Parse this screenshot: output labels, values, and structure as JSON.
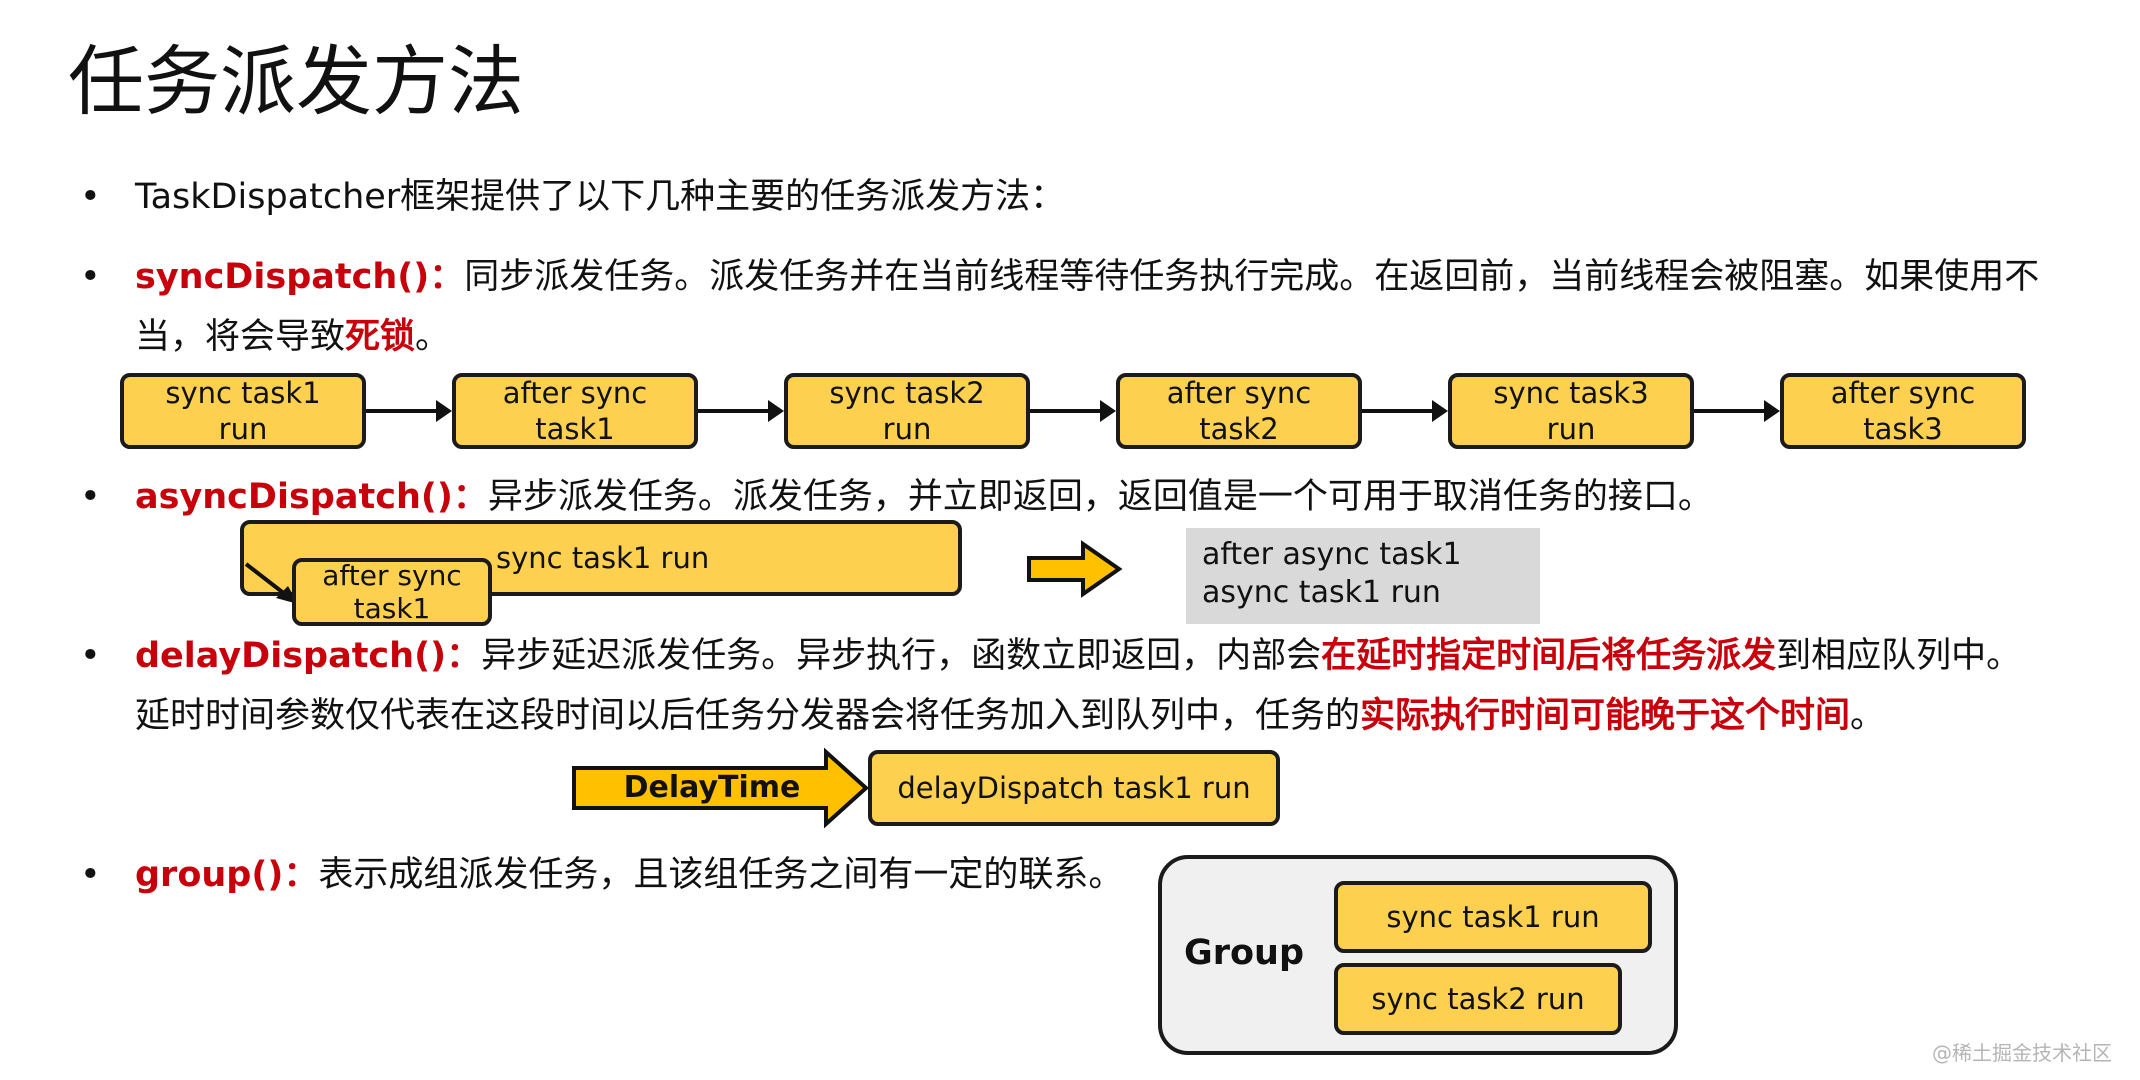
{
  "title": "任务派发方法",
  "intro": {
    "text": "TaskDispatcher框架提供了以下几种主要的任务派发方法："
  },
  "sync": {
    "term": "syncDispatch()：",
    "desc_line1": "同步派发任务。派发任务并在当前线程等待任务执行完成。在返回前，当前线程会被阻塞。如果使用不",
    "desc_line2_before": "当，将会导致",
    "desc_line2_highlight": "死锁",
    "desc_line2_after": "。",
    "flow": [
      "sync task1\nrun",
      "after sync\ntask1",
      "sync task2\nrun",
      "after sync\ntask2",
      "sync task3\nrun",
      "after sync\ntask3"
    ]
  },
  "async": {
    "term": "asyncDispatch()：",
    "desc": "异步派发任务。派发任务，并立即返回，返回值是一个可用于取消任务的接口。",
    "main_box": "sync task1 run",
    "sub_box": "after sync\ntask1",
    "result_line1": "after async task1",
    "result_line2": "async task1 run"
  },
  "delay": {
    "term": "delayDispatch()：",
    "desc_line1_before": "异步延迟派发任务。异步执行，函数立即返回，内部会",
    "desc_line1_highlight": "在延时指定时间后将任务派发",
    "desc_line1_after": "到相应队列中。",
    "desc_line2_before": "延时时间参数仅代表在这段时间以后任务分发器会将任务加入到队列中，任务的",
    "desc_line2_highlight": "实际执行时间可能晚于这个时间",
    "desc_line2_after": "。",
    "arrow_label": "DelayTime",
    "task_box": "delayDispatch task1 run"
  },
  "group": {
    "term": "group()：",
    "desc": "表示成组派发任务，且该组任务之间有一定的联系。",
    "label": "Group",
    "task1": "sync task1 run",
    "task2": "sync task2 run"
  },
  "bullet_glyph": "•",
  "watermark": "@稀土掘金技术社区",
  "colors": {
    "accent_red": "#c7000b",
    "box_yellow": "#fdd04f",
    "arrow_yellow": "#ffc000",
    "gray_panel": "#d9d9d9"
  }
}
